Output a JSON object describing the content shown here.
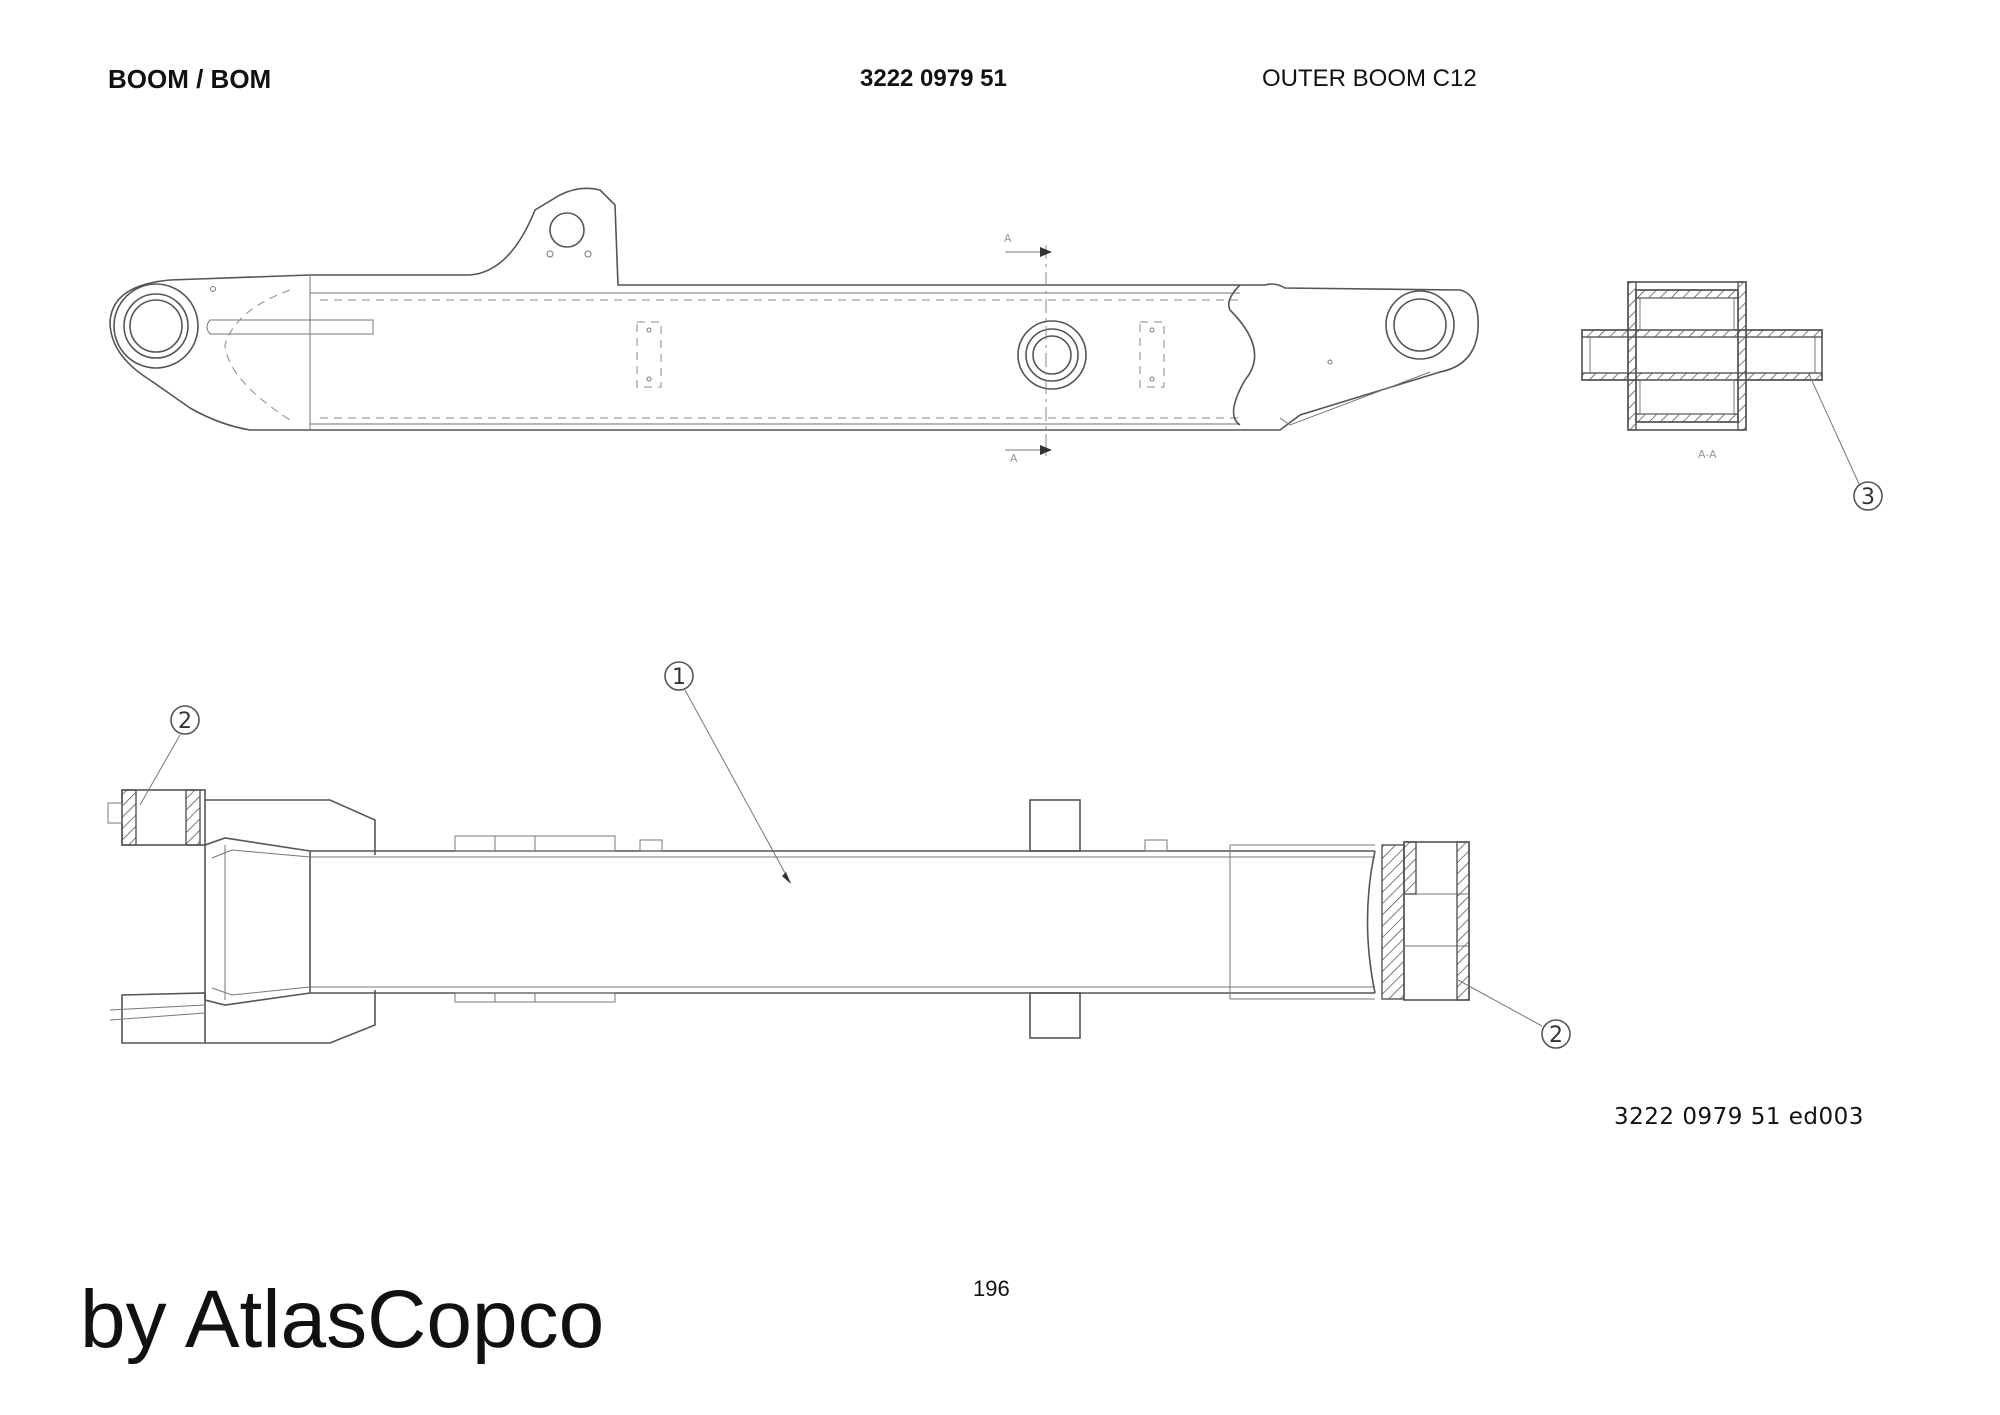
{
  "header": {
    "section_title": "BOOM / BOM",
    "part_number": "3222 0979 51",
    "description": "OUTER BOOM C12"
  },
  "drawing": {
    "section_markers": [
      "A",
      "A"
    ],
    "section_view_label": "A-A",
    "balloons": {
      "section_view": "3",
      "bottom_left": "2",
      "bottom_center": "1",
      "bottom_right": "2"
    }
  },
  "drawing_ref": "3222 0979 51 ed003",
  "page_number": "196",
  "footer": {
    "brand": "by AtlasCopco"
  }
}
